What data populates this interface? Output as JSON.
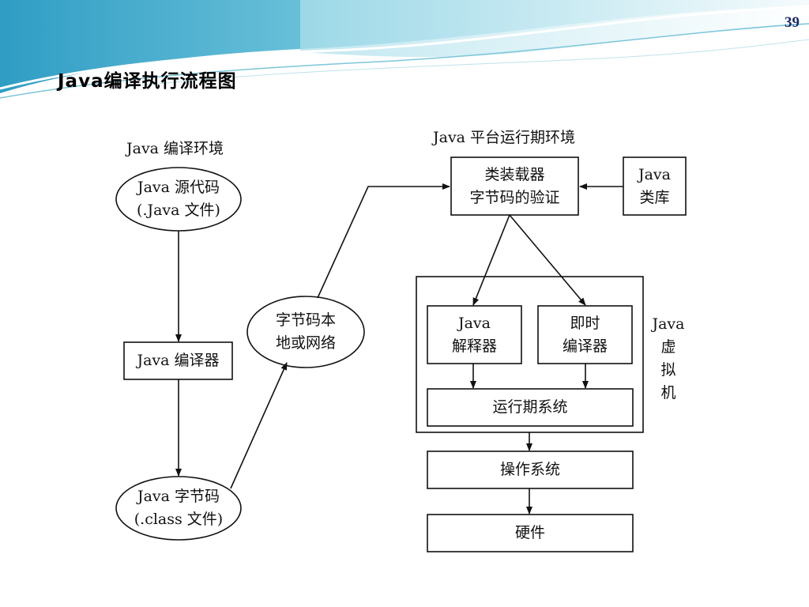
{
  "slide": {
    "page_number": "39",
    "title": "Java编译执行流程图"
  },
  "diagram": {
    "compile_env_label": "Java 编译环境",
    "runtime_env_label": "Java 平台运行期环境",
    "source_code": {
      "line1": "Java 源代码",
      "line2": "(.Java 文件)"
    },
    "compiler": "Java 编译器",
    "bytecode": {
      "line1": "Java 字节码",
      "line2": "(.class 文件)"
    },
    "transfer": {
      "line1": "字节码本",
      "line2": "地或网络"
    },
    "class_loader": {
      "line1": "类装载器",
      "line2": "字节码的验证"
    },
    "class_library": {
      "line1": "Java",
      "line2": "类库"
    },
    "interpreter": {
      "line1": "Java",
      "line2": "解释器"
    },
    "jit_compiler": {
      "line1": "即时",
      "line2": "编译器"
    },
    "runtime_system": "运行期系统",
    "jvm_label": {
      "c1": "Java",
      "c2": "虚",
      "c3": "拟",
      "c4": "机"
    },
    "operating_system": "操作系统",
    "hardware": "硬件"
  },
  "theme": {
    "wave_dark": "#3aa9c9",
    "wave_light": "#bfe6ef",
    "page_number_color": "#1a2a6c"
  }
}
